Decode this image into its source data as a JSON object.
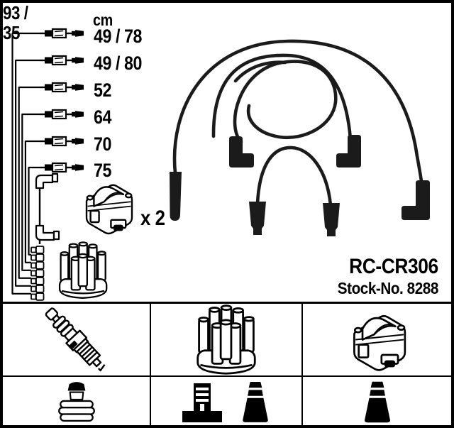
{
  "product": {
    "part_number": "RC-CR306",
    "stock_number": "Stock-No. 8288"
  },
  "schematic": {
    "unit_label": "cm",
    "cable_rows": [
      {
        "length": "49 / 78"
      },
      {
        "length": "49 / 80"
      },
      {
        "length": "52"
      },
      {
        "length": "64"
      },
      {
        "length": "70"
      },
      {
        "length": "75"
      }
    ],
    "coil_wire_length_line1": "93 /",
    "coil_wire_length_line2": "35",
    "coil_quantity_label": "x 2"
  },
  "legend": {
    "row1_icons": [
      "spark-plug-icon",
      "distributor-cap-icon",
      "ignition-coil-icon"
    ],
    "row2_icons": [
      "plug-boot-connector-icon",
      "distributor-terminal-icon",
      "boot-silhouette-icon",
      "boot-silhouette-icon"
    ]
  },
  "colors": {
    "ink": "#000000",
    "paper": "#ffffff",
    "photo_ink": "#1b1b1b"
  }
}
